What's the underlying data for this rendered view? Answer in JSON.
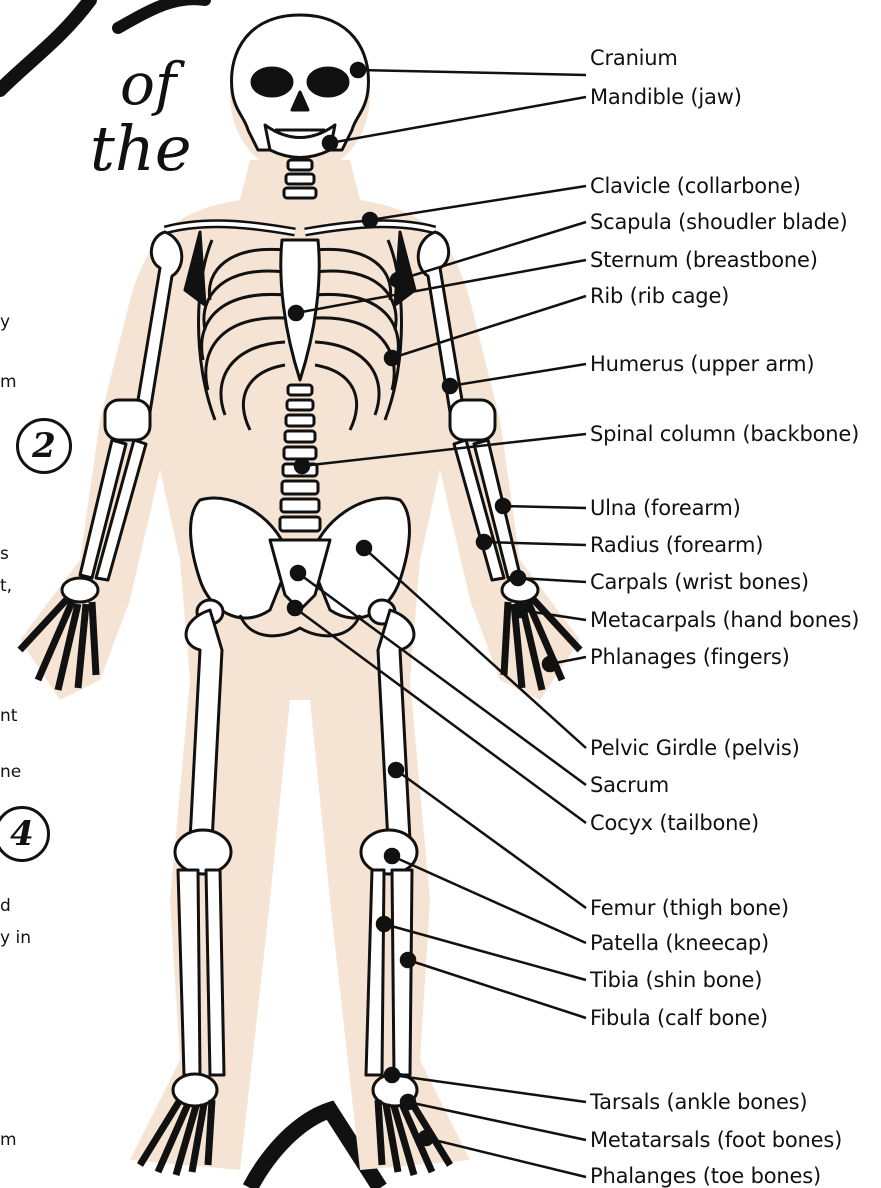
{
  "title_fragments": {
    "of": "of",
    "the": "the"
  },
  "side_fragments": [
    "y",
    "m",
    "s",
    "t,",
    "nt",
    "ne",
    "d",
    "y in",
    "m"
  ],
  "section_numbers": [
    "2",
    "4"
  ],
  "labels": [
    "Cranium",
    "Mandible (jaw)",
    "Clavicle (collarbone)",
    "Scapula (shoudler blade)",
    "Sternum (breastbone)",
    "Rib (rib cage)",
    "Humerus (upper arm)",
    "Spinal column (backbone)",
    "Ulna (forearm)",
    "Radius (forearm)",
    "Carpals (wrist bones)",
    "Metacarpals (hand bones)",
    "Phlanages (fingers)",
    "Pelvic Girdle (pelvis)",
    "Sacrum",
    "Cocyx (tailbone)",
    "Femur (thigh bone)",
    "Patella (kneecap)",
    "Tibia (shin bone)",
    "Fibula (calf bone)",
    "Tarsals (ankle bones)",
    "Metatarsals (foot bones)",
    "Phalanges (toe bones)"
  ],
  "colors": {
    "body_silhouette": "#f5e4d3",
    "bone": "#ffffff",
    "ink": "#111111"
  }
}
